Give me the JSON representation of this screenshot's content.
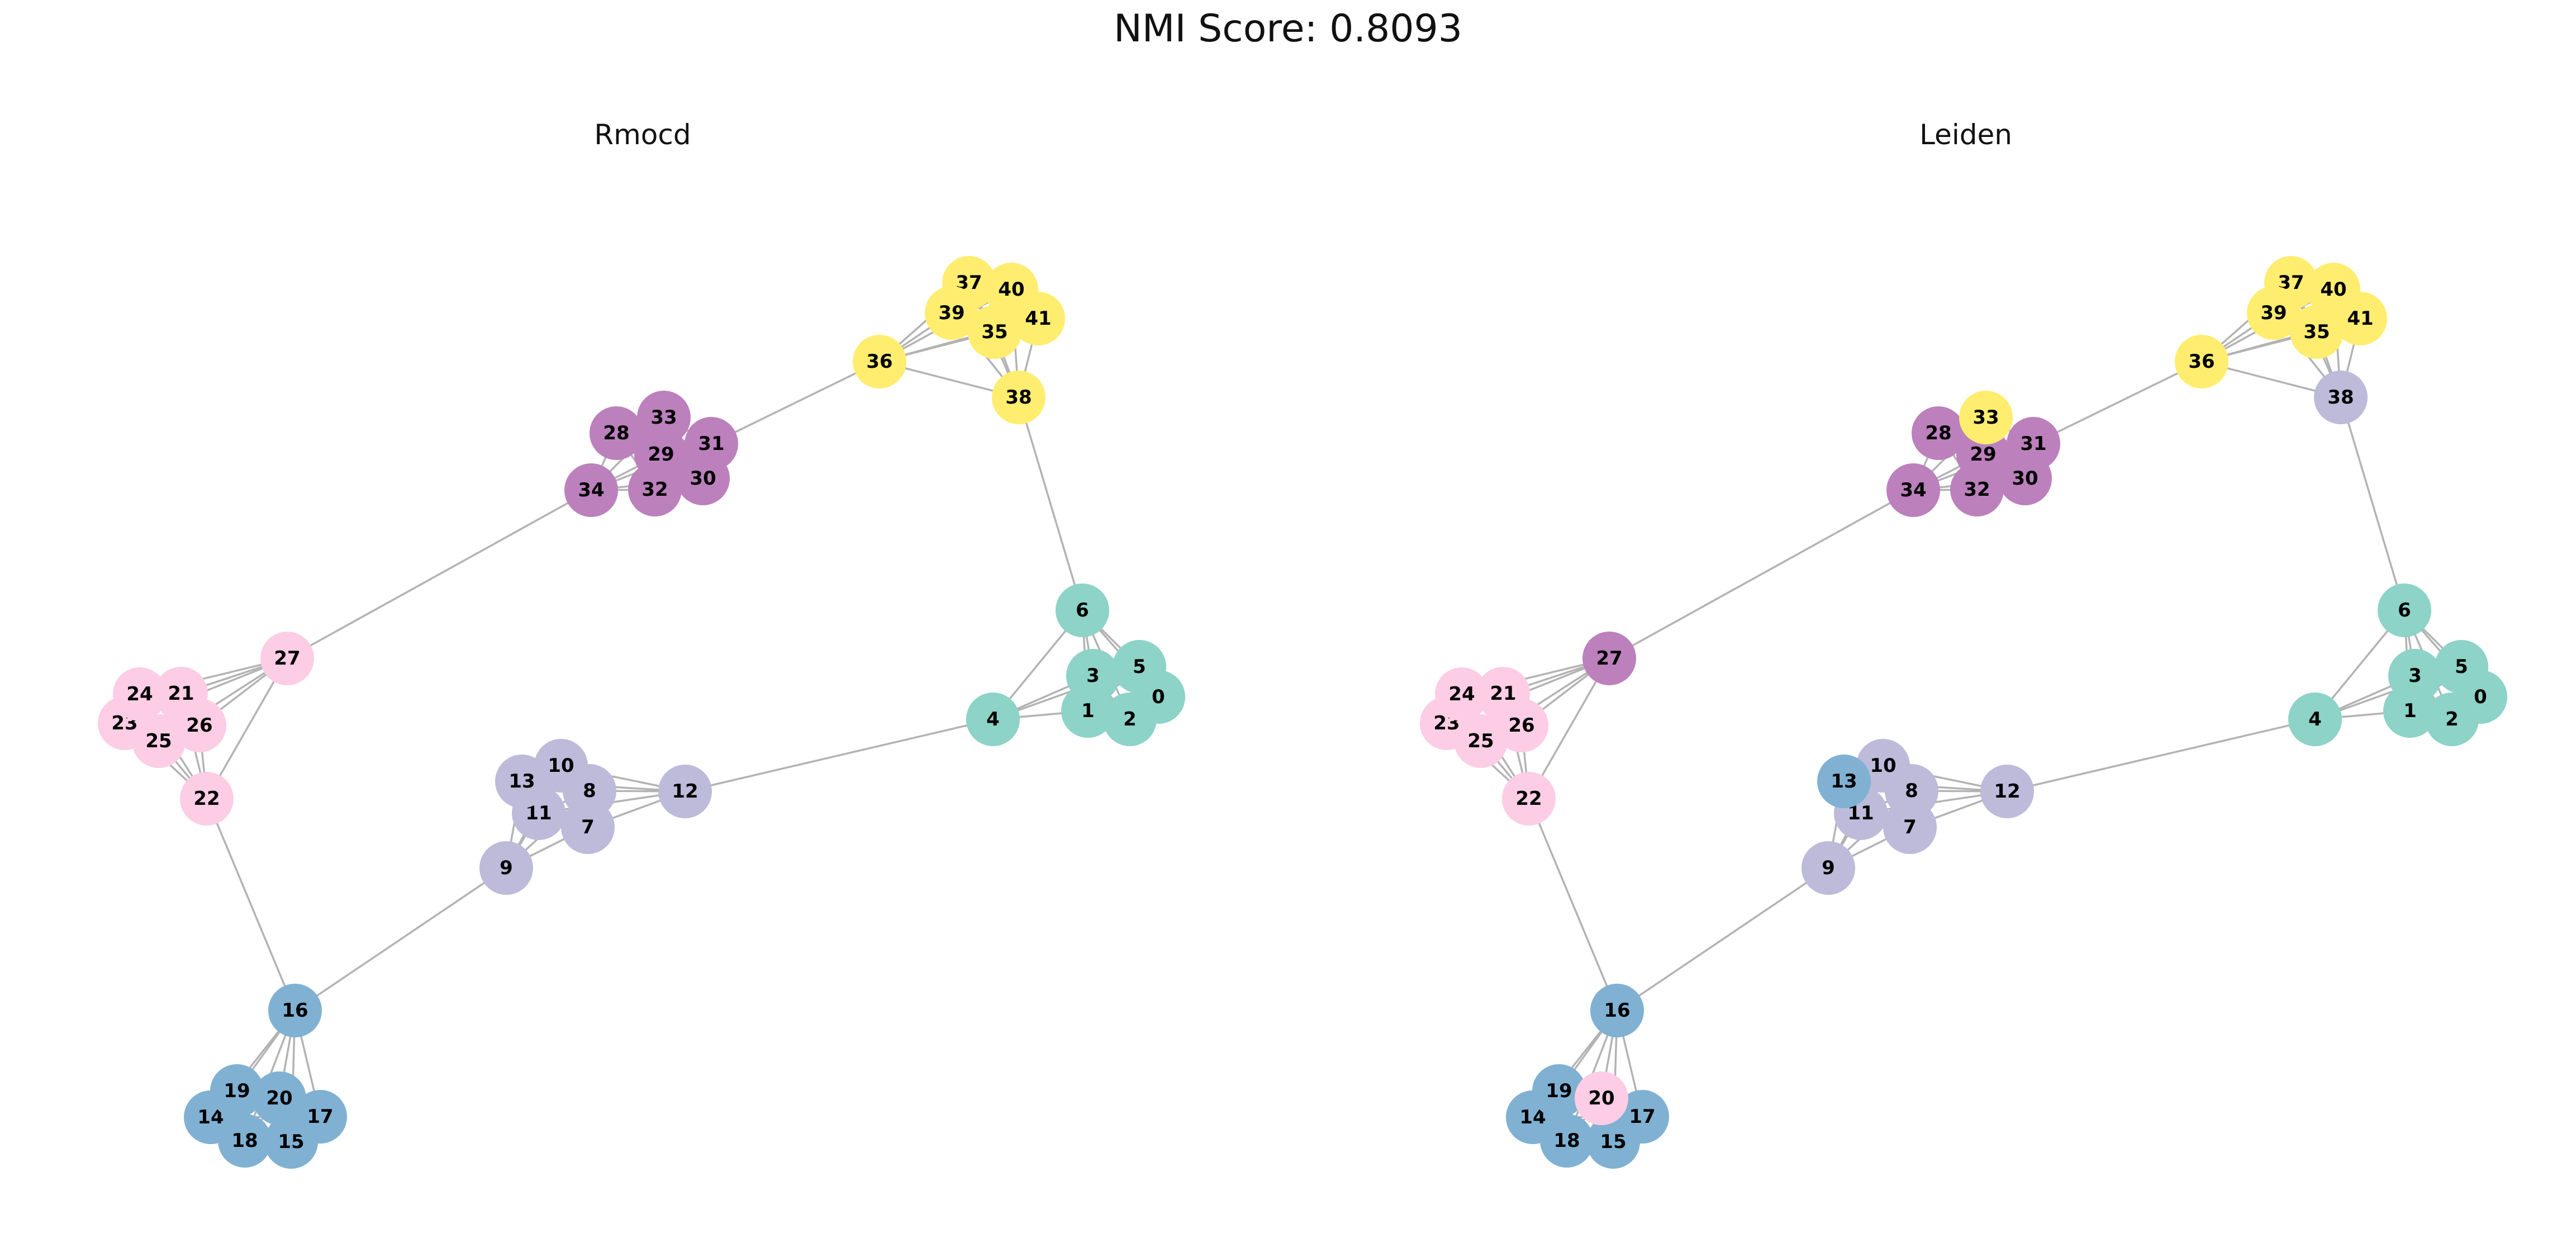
{
  "suptitle": "NMI Score: 0.8093",
  "palette": {
    "A": "#8dd3c7",
    "B": "#bebada",
    "C": "#80b1d3",
    "D": "#fccde5",
    "E": "#bc80bd",
    "F": "#ffed6f"
  },
  "edge_color": "#b3b3b3",
  "panels": [
    {
      "title": "Rmocd",
      "membership": {
        "0": "A",
        "1": "A",
        "2": "A",
        "3": "A",
        "4": "A",
        "5": "A",
        "6": "A",
        "7": "B",
        "8": "B",
        "9": "B",
        "10": "B",
        "11": "B",
        "12": "B",
        "13": "B",
        "14": "C",
        "15": "C",
        "16": "C",
        "17": "C",
        "18": "C",
        "19": "C",
        "20": "C",
        "21": "D",
        "22": "D",
        "23": "D",
        "24": "D",
        "25": "D",
        "26": "D",
        "27": "D",
        "28": "E",
        "29": "E",
        "30": "E",
        "31": "E",
        "32": "E",
        "33": "E",
        "34": "E",
        "35": "F",
        "36": "F",
        "37": "F",
        "38": "F",
        "39": "F",
        "40": "F",
        "41": "F"
      }
    },
    {
      "title": "Leiden",
      "membership": {
        "0": "A",
        "1": "A",
        "2": "A",
        "3": "A",
        "4": "A",
        "5": "A",
        "6": "A",
        "7": "B",
        "8": "B",
        "9": "B",
        "10": "B",
        "11": "B",
        "12": "B",
        "13": "C",
        "14": "C",
        "15": "C",
        "16": "C",
        "17": "C",
        "18": "C",
        "19": "C",
        "20": "D",
        "21": "D",
        "22": "D",
        "23": "D",
        "24": "D",
        "25": "D",
        "26": "D",
        "27": "E",
        "28": "E",
        "29": "E",
        "30": "E",
        "31": "E",
        "32": "E",
        "33": "F",
        "34": "E",
        "35": "F",
        "36": "F",
        "37": "F",
        "38": "B",
        "39": "F",
        "40": "F",
        "41": "F"
      }
    }
  ],
  "nodes": [
    "0",
    "1",
    "2",
    "3",
    "4",
    "5",
    "6",
    "7",
    "8",
    "9",
    "10",
    "11",
    "12",
    "13",
    "14",
    "15",
    "16",
    "17",
    "18",
    "19",
    "20",
    "21",
    "22",
    "23",
    "24",
    "25",
    "26",
    "27",
    "28",
    "29",
    "30",
    "31",
    "32",
    "33",
    "34",
    "35",
    "36",
    "37",
    "38",
    "39",
    "40",
    "41"
  ],
  "edges": [
    [
      "0",
      "1"
    ],
    [
      "0",
      "2"
    ],
    [
      "0",
      "3"
    ],
    [
      "0",
      "5"
    ],
    [
      "0",
      "6"
    ],
    [
      "1",
      "2"
    ],
    [
      "1",
      "3"
    ],
    [
      "1",
      "4"
    ],
    [
      "1",
      "5"
    ],
    [
      "1",
      "6"
    ],
    [
      "2",
      "3"
    ],
    [
      "2",
      "5"
    ],
    [
      "2",
      "6"
    ],
    [
      "3",
      "4"
    ],
    [
      "3",
      "5"
    ],
    [
      "3",
      "6"
    ],
    [
      "4",
      "5"
    ],
    [
      "4",
      "6"
    ],
    [
      "5",
      "6"
    ],
    [
      "7",
      "8"
    ],
    [
      "7",
      "9"
    ],
    [
      "7",
      "10"
    ],
    [
      "7",
      "11"
    ],
    [
      "7",
      "12"
    ],
    [
      "7",
      "13"
    ],
    [
      "8",
      "9"
    ],
    [
      "8",
      "10"
    ],
    [
      "8",
      "11"
    ],
    [
      "8",
      "12"
    ],
    [
      "8",
      "13"
    ],
    [
      "9",
      "10"
    ],
    [
      "9",
      "11"
    ],
    [
      "9",
      "13"
    ],
    [
      "10",
      "11"
    ],
    [
      "10",
      "12"
    ],
    [
      "10",
      "13"
    ],
    [
      "11",
      "12"
    ],
    [
      "11",
      "13"
    ],
    [
      "12",
      "13"
    ],
    [
      "14",
      "15"
    ],
    [
      "14",
      "16"
    ],
    [
      "14",
      "17"
    ],
    [
      "14",
      "18"
    ],
    [
      "14",
      "19"
    ],
    [
      "14",
      "20"
    ],
    [
      "15",
      "16"
    ],
    [
      "15",
      "17"
    ],
    [
      "15",
      "18"
    ],
    [
      "15",
      "19"
    ],
    [
      "15",
      "20"
    ],
    [
      "16",
      "17"
    ],
    [
      "16",
      "18"
    ],
    [
      "16",
      "19"
    ],
    [
      "16",
      "20"
    ],
    [
      "17",
      "18"
    ],
    [
      "17",
      "19"
    ],
    [
      "17",
      "20"
    ],
    [
      "18",
      "19"
    ],
    [
      "18",
      "20"
    ],
    [
      "19",
      "20"
    ],
    [
      "21",
      "22"
    ],
    [
      "21",
      "23"
    ],
    [
      "21",
      "24"
    ],
    [
      "21",
      "25"
    ],
    [
      "21",
      "26"
    ],
    [
      "21",
      "27"
    ],
    [
      "22",
      "23"
    ],
    [
      "22",
      "24"
    ],
    [
      "22",
      "25"
    ],
    [
      "22",
      "26"
    ],
    [
      "22",
      "27"
    ],
    [
      "23",
      "24"
    ],
    [
      "23",
      "25"
    ],
    [
      "23",
      "26"
    ],
    [
      "23",
      "27"
    ],
    [
      "24",
      "25"
    ],
    [
      "24",
      "26"
    ],
    [
      "24",
      "27"
    ],
    [
      "25",
      "26"
    ],
    [
      "25",
      "27"
    ],
    [
      "26",
      "27"
    ],
    [
      "28",
      "29"
    ],
    [
      "28",
      "30"
    ],
    [
      "28",
      "31"
    ],
    [
      "28",
      "32"
    ],
    [
      "28",
      "33"
    ],
    [
      "28",
      "34"
    ],
    [
      "29",
      "30"
    ],
    [
      "29",
      "31"
    ],
    [
      "29",
      "32"
    ],
    [
      "29",
      "33"
    ],
    [
      "29",
      "34"
    ],
    [
      "30",
      "31"
    ],
    [
      "30",
      "32"
    ],
    [
      "30",
      "33"
    ],
    [
      "30",
      "34"
    ],
    [
      "31",
      "32"
    ],
    [
      "31",
      "33"
    ],
    [
      "31",
      "34"
    ],
    [
      "32",
      "33"
    ],
    [
      "32",
      "34"
    ],
    [
      "33",
      "34"
    ],
    [
      "35",
      "36"
    ],
    [
      "35",
      "37"
    ],
    [
      "35",
      "38"
    ],
    [
      "35",
      "39"
    ],
    [
      "35",
      "40"
    ],
    [
      "35",
      "41"
    ],
    [
      "36",
      "37"
    ],
    [
      "36",
      "38"
    ],
    [
      "36",
      "39"
    ],
    [
      "36",
      "40"
    ],
    [
      "36",
      "41"
    ],
    [
      "37",
      "38"
    ],
    [
      "37",
      "39"
    ],
    [
      "37",
      "40"
    ],
    [
      "37",
      "41"
    ],
    [
      "38",
      "39"
    ],
    [
      "38",
      "40"
    ],
    [
      "38",
      "41"
    ],
    [
      "39",
      "40"
    ],
    [
      "39",
      "41"
    ],
    [
      "40",
      "41"
    ],
    [
      "4",
      "12"
    ],
    [
      "6",
      "38"
    ],
    [
      "9",
      "16"
    ],
    [
      "16",
      "22"
    ],
    [
      "27",
      "34"
    ],
    [
      "31",
      "36"
    ]
  ]
}
